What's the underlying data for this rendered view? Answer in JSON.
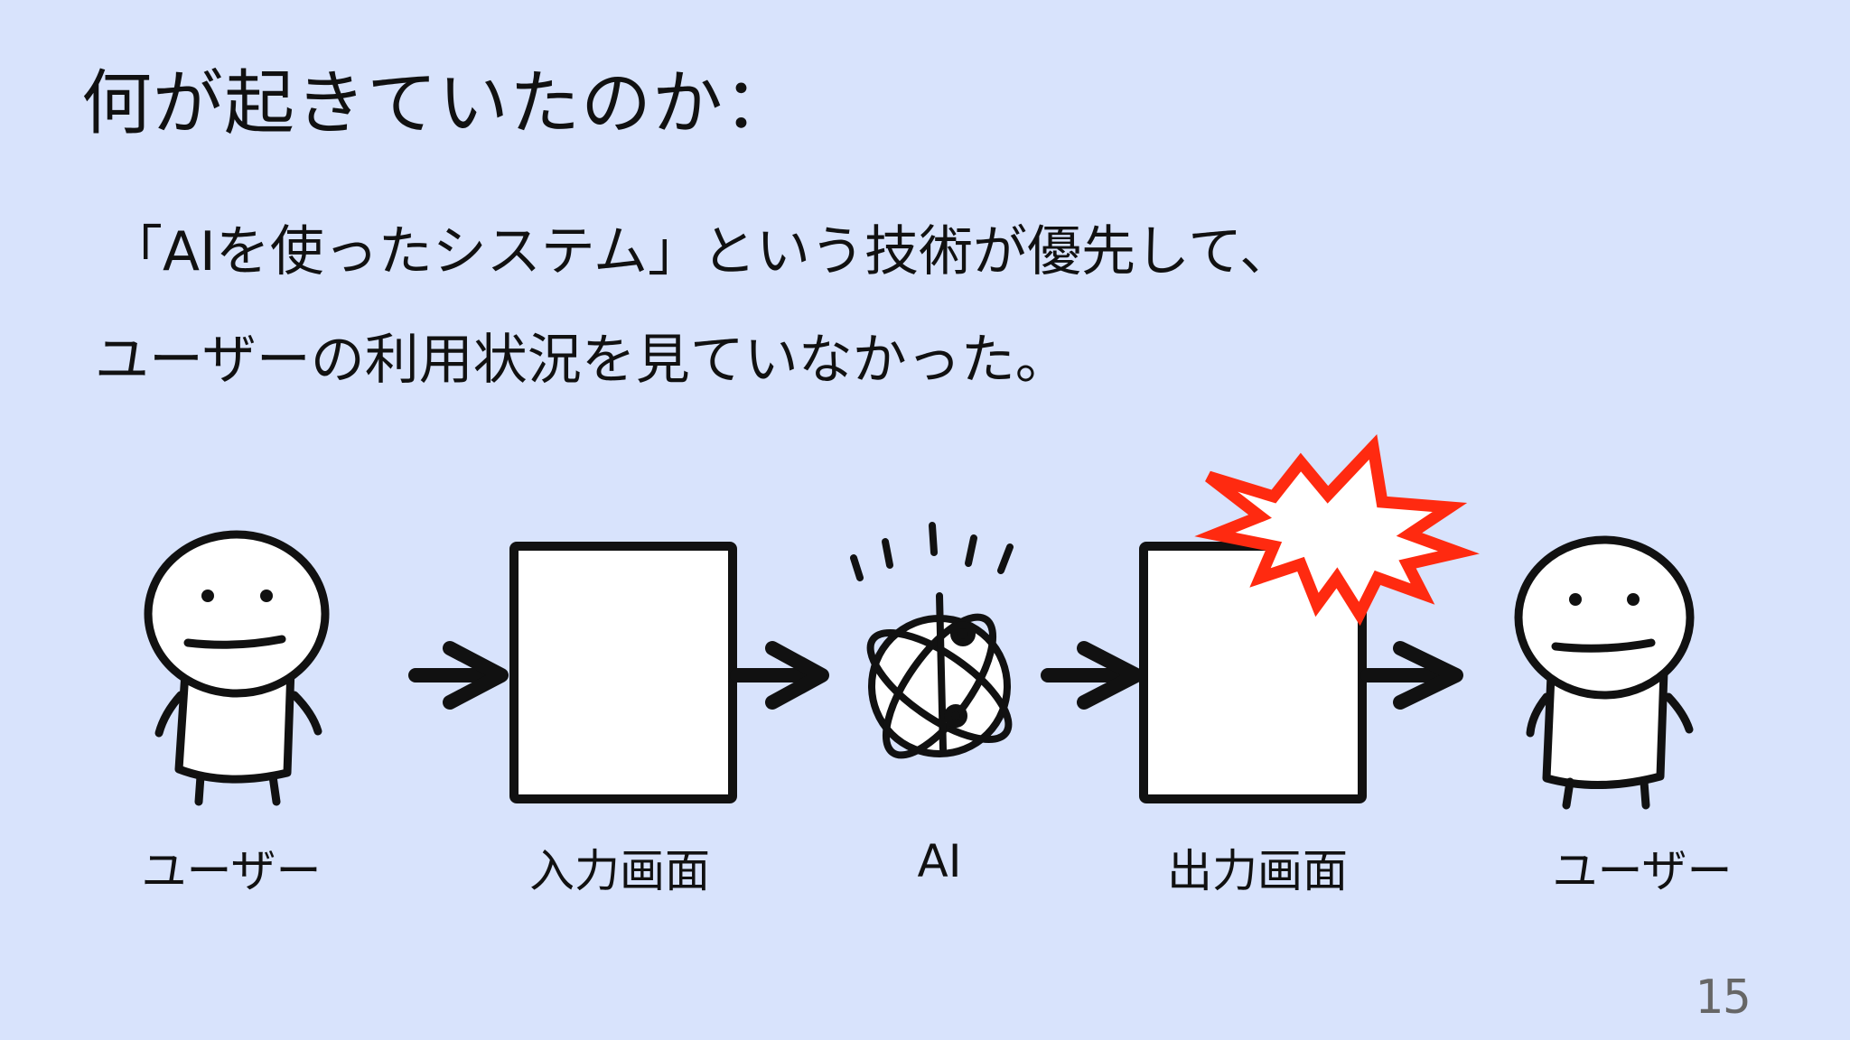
{
  "slide": {
    "title": "何が起きていたのか：",
    "line1": "「AIを使ったシステム」という技術が優先して、",
    "line2": "ユーザーの利用状況を見ていなかった。",
    "page_number": "15"
  },
  "diagram": {
    "labels": {
      "user_left": "ユーザー",
      "input_screen": "入力画面",
      "ai": "AI",
      "output_screen": "出力画面",
      "user_right": "ユーザー"
    }
  },
  "colors": {
    "background": "#d8e3fc",
    "ink": "#111111",
    "burst": "#ff2a10"
  }
}
